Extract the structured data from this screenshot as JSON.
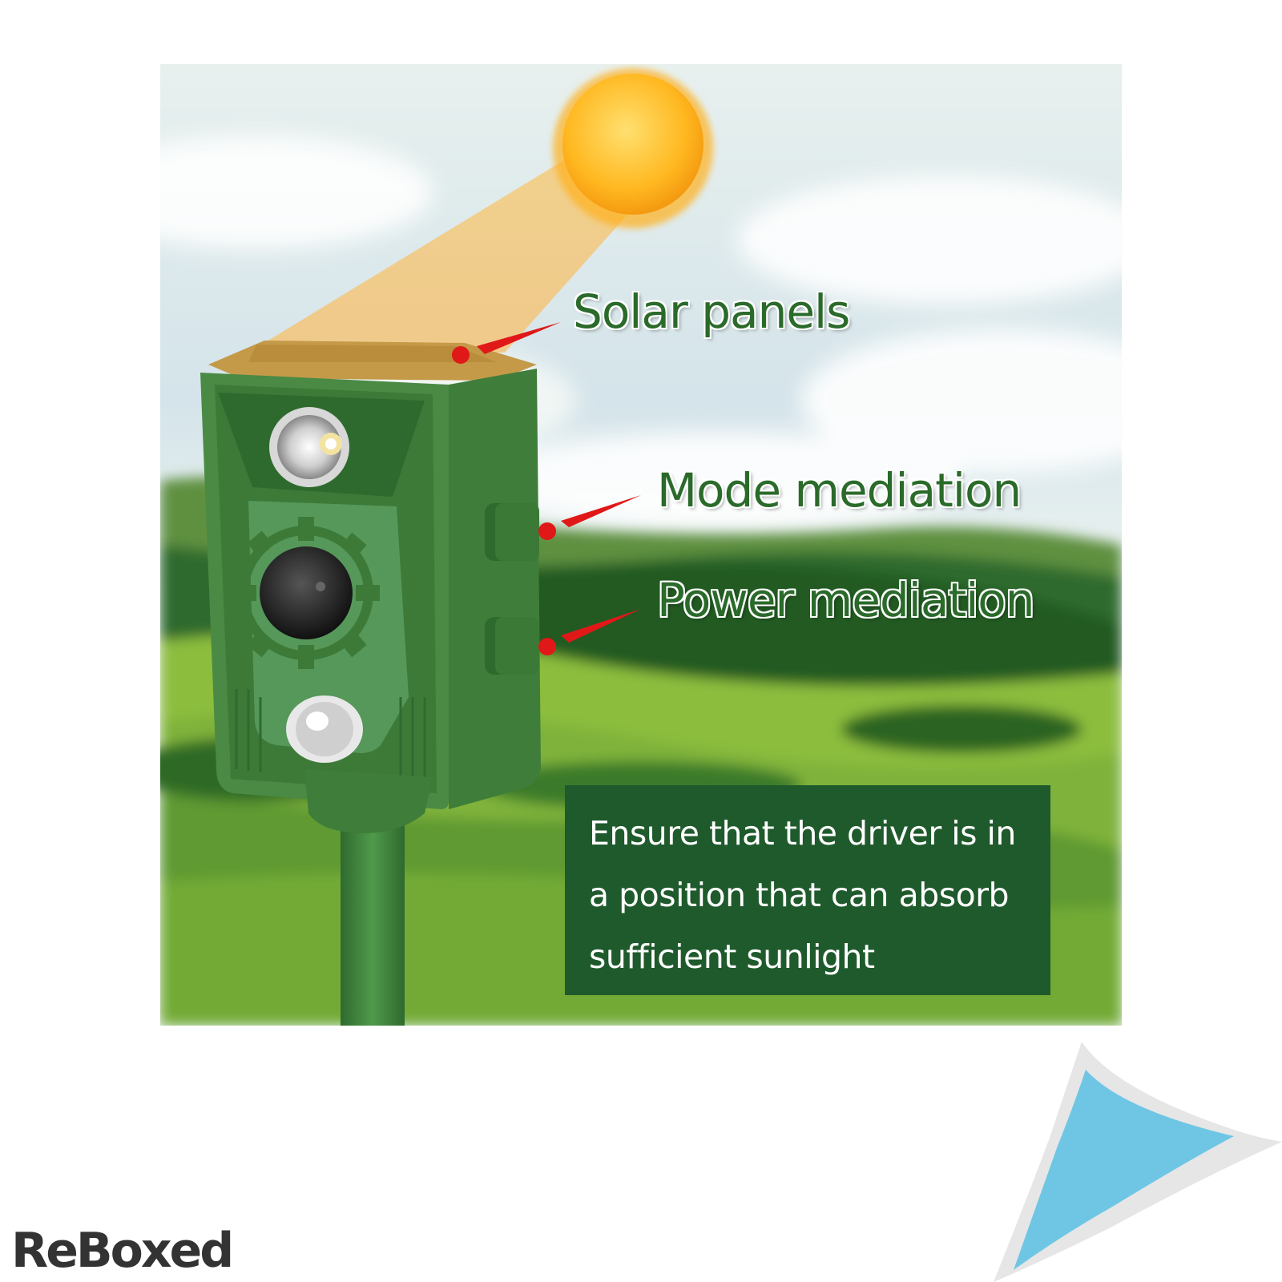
{
  "callouts": {
    "solar": "Solar panels",
    "mode": "Mode mediation",
    "power": "Power mediation"
  },
  "info_box": {
    "text": "Ensure that the driver is in a position that can absorb sufficient sunlight"
  },
  "logo": {
    "text": "ReBoxed"
  },
  "colors": {
    "device_green": "#4a8a45",
    "info_box_bg": "#1f5a2c",
    "callout_text": "#2a6a2a",
    "pointer_red": "#e01818",
    "sun": "#ffb820",
    "corner_blue": "#6ec6e4"
  }
}
